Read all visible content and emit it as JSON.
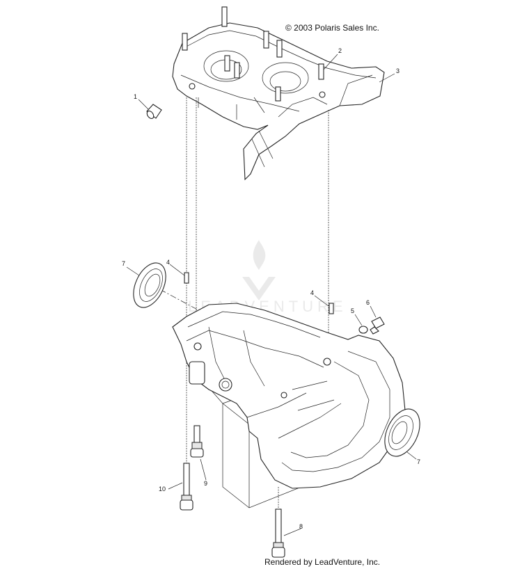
{
  "header": {
    "copyright": "© 2003 Polaris Sales Inc."
  },
  "footer": {
    "rendered_by": "Rendered by LeadVenture, Inc."
  },
  "watermark": {
    "text": "LEADVENTURE",
    "color": "#d9d9d9"
  },
  "callouts": {
    "c1": "1",
    "c2": "2",
    "c3": "3",
    "c4a": "4",
    "c4b": "4",
    "c5": "5",
    "c6": "6",
    "c7a": "7",
    "c7b": "7",
    "c8": "8",
    "c9": "9",
    "c10": "10"
  }
}
